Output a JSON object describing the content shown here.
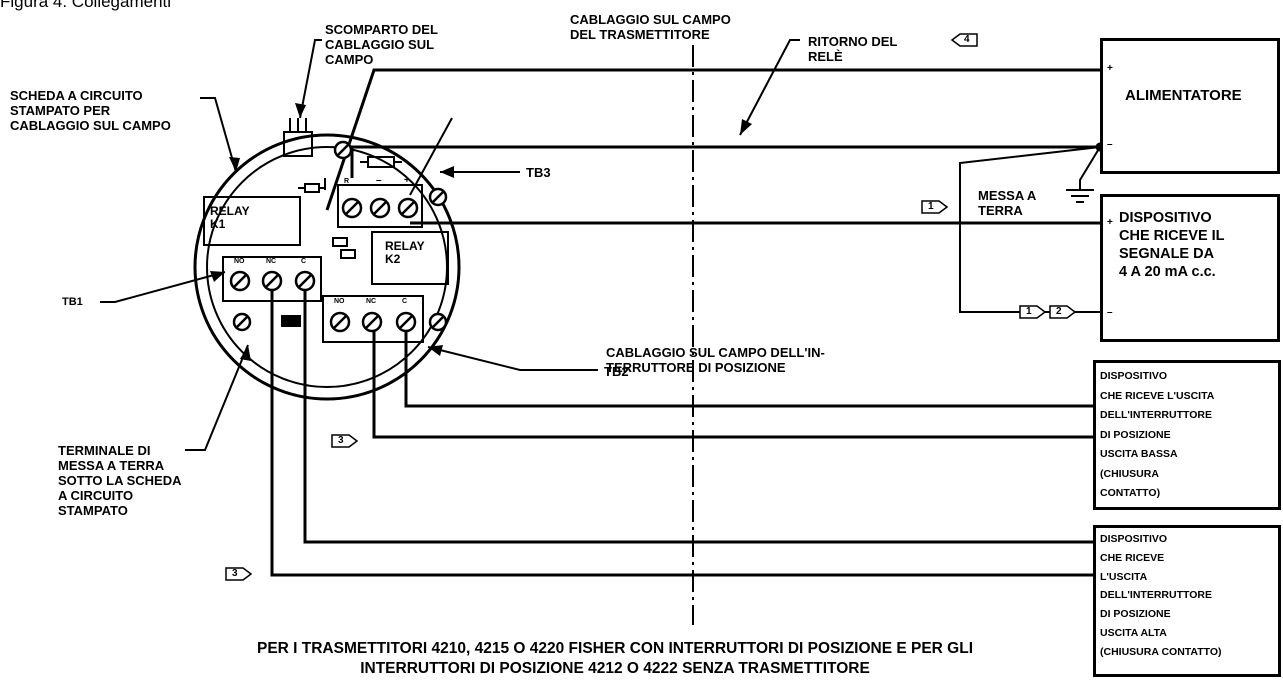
{
  "figure_title": "Figura 4. Collegamenti",
  "labels": {
    "scheda": "SCHEDA A CIRCUITO\nSTAMPATO PER\nCABLAGGIO SUL CAMPO",
    "scomparto": "SCOMPARTO DEL\nCABLAGGIO SUL\nCAMPO",
    "cablaggio_trasmettitore": "CABLAGGIO SUL CAMPO\nDEL TRASMETTITORE",
    "ritorno": "RITORNO DEL\nRELÈ",
    "tb3": "TB3",
    "tb1": "TB1",
    "tb2": "TB2",
    "messa_terra": "MESSA A\nTERRA",
    "cablaggio_interruttore": "CABLAGGIO SUL CAMPO DELL'IN-\nTERRUTTORE DI POSIZIONE",
    "terminale": "TERMINALE DI\nMESSA A TERRA\nSOTTO LA SCHEDA\nA CIRCUITO\nSTAMPATO",
    "relay_k1": "RELAY\nK1",
    "relay_k2": "RELAY\nK2",
    "tb3_pins": [
      "R",
      "–",
      "+"
    ],
    "tb1_pins": [
      "NO",
      "NC",
      "C"
    ],
    "tb2_pins": [
      "NO",
      "NC",
      "C"
    ]
  },
  "boxes": {
    "alimentatore": "ALIMENTATORE",
    "alimentatore_plus": "+",
    "alimentatore_minus": "–",
    "dispositivo_4_20": "DISPOSITIVO\nCHE RICEVE IL\nSEGNALE DA\n4 A 20 mA c.c.",
    "dispositivo_plus": "+",
    "dispositivo_minus": "–",
    "uscita_bassa": "DISPOSITIVO\nCHE RICEVE L'USCITA\nDELL'INTERRUTTORE\nDI POSIZIONE\nUSCITA BASSA\n(CHIUSURA\nCONTATTO)",
    "uscita_alta": "DISPOSITIVO\nCHE RICEVE\nL'USCITA\nDELL'INTERRUTTORE\nDI POSIZIONE\nUSCITA ALTA\n(CHIUSURA CONTATTO)"
  },
  "notes": {
    "n4": "4",
    "n1a": "1",
    "n1b": "1",
    "n2": "2",
    "n3a": "3",
    "n3b": "3"
  },
  "footer": "PER I TRASMETTITORI 4210, 4215 O 4220 FISHER CON INTERRUTTORI DI POSIZIONE E PER GLI\nINTERRUTTORI DI POSIZIONE 4212 O 4222 SENZA TRASMETTITORE"
}
